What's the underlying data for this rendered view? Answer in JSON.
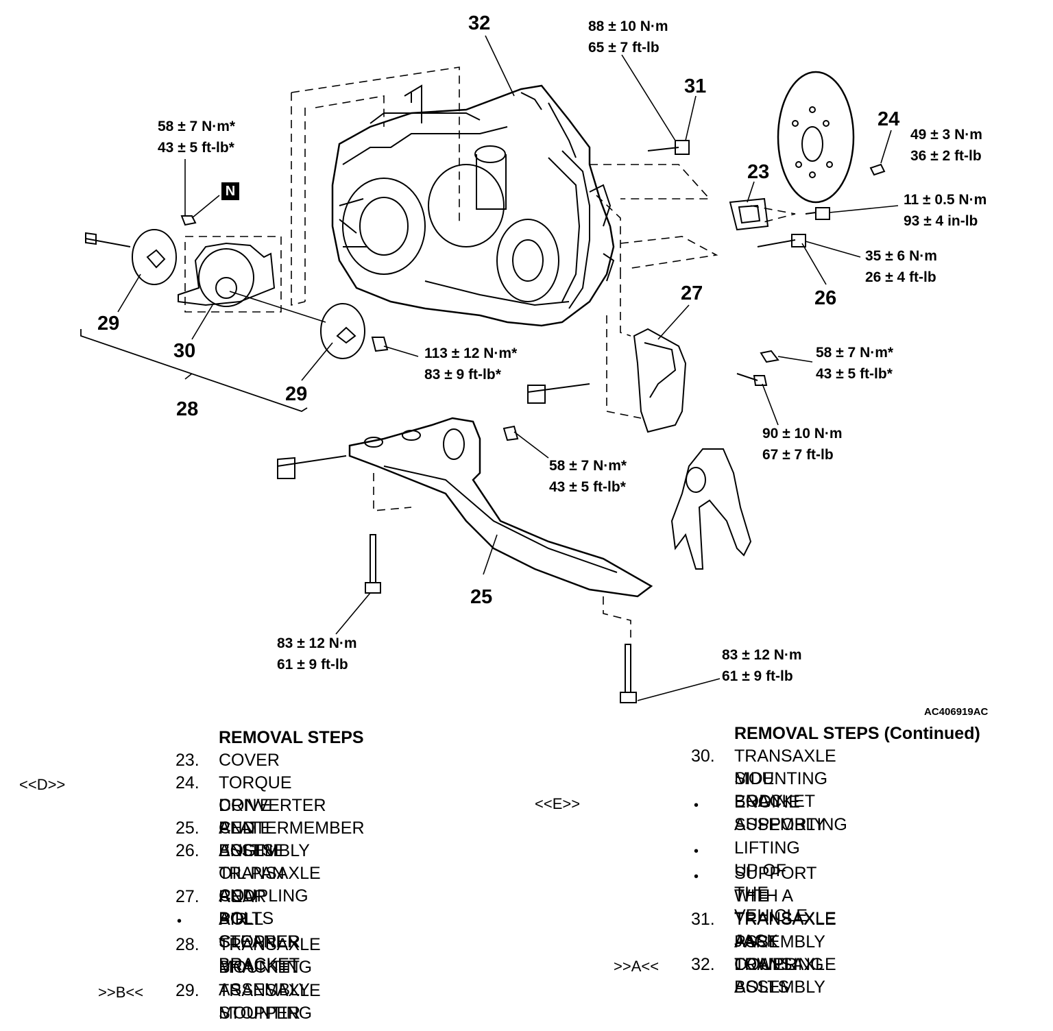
{
  "figure_id": "AC406919AC",
  "callouts": [
    {
      "id": "c32",
      "text": "32"
    },
    {
      "id": "c31",
      "text": "31"
    },
    {
      "id": "c24",
      "text": "24"
    },
    {
      "id": "c23",
      "text": "23"
    },
    {
      "id": "c26",
      "text": "26"
    },
    {
      "id": "c27",
      "text": "27"
    },
    {
      "id": "c29a",
      "text": "29"
    },
    {
      "id": "c30",
      "text": "30"
    },
    {
      "id": "c28",
      "text": "28"
    },
    {
      "id": "c29b",
      "text": "29"
    },
    {
      "id": "c25",
      "text": "25"
    }
  ],
  "badge": "N",
  "torques": {
    "t31": [
      "88 ± 10 N·m",
      "65 ± 7 ft-lb"
    ],
    "tN": [
      "58 ± 7 N·m*",
      "43 ± 5 ft-lb*"
    ],
    "t24": [
      "49 ± 3 N·m",
      "36 ± 2 ft-lb"
    ],
    "t23": [
      "11 ± 0.5 N·m",
      "93 ± 4 in-lb"
    ],
    "t26": [
      "35 ± 6 N·m",
      "26 ± 4 ft-lb"
    ],
    "t113": [
      "113 ± 12 N·m*",
      "83 ± 9 ft-lb*"
    ],
    "t27a": [
      "58 ± 7 N·m*",
      "43 ± 5 ft-lb*"
    ],
    "t27b": [
      "90 ± 10 N·m",
      "67 ± 7 ft-lb"
    ],
    "t25": [
      "58 ± 7 N·m*",
      "43 ± 5 ft-lb*"
    ],
    "tL": [
      "83 ± 12 N·m",
      "61 ± 9 ft-lb"
    ],
    "tR": [
      "83 ± 12 N·m",
      "61 ± 9 ft-lb"
    ]
  },
  "removal_left": {
    "title": "REMOVAL STEPS",
    "items": [
      {
        "mark": "",
        "num": "23.",
        "lines": [
          "COVER"
        ]
      },
      {
        "mark": "<<D>>",
        "num": "24.",
        "lines": [
          "TORQUE CONVERTER AND",
          "DRIVE PLATE BOLTS"
        ]
      },
      {
        "mark": "",
        "num": "25.",
        "lines": [
          "CENTERMEMBER ASSEMBLY"
        ]
      },
      {
        "mark": "",
        "num": "26.",
        "lines": [
          "ENGINE OIL PAN AND",
          "TRANSAXLE  COUPLING BOLTS"
        ]
      },
      {
        "mark": "",
        "num": "27.",
        "lines": [
          "REAR ROLL STOPPER BRACKET"
        ]
      },
      {
        "mark": "",
        "num": "•",
        "lines": [
          "AIR CLEANER BRACKET"
        ]
      },
      {
        "mark": "",
        "num": "28.",
        "lines": [
          "TRANSAXLE MOUNTING",
          "BRACKET ASSEMBLY"
        ]
      },
      {
        "mark": ">>B<<",
        "num": "29.",
        "lines": [
          "TRANSAXLE MOUNTING",
          "STOPPER"
        ]
      }
    ]
  },
  "removal_right": {
    "title": "REMOVAL STEPS (Continued)",
    "items": [
      {
        "mark": "",
        "num": "30.",
        "lines": [
          "TRANSAXLE MOUNTING BODY",
          "SIDE BRACKET"
        ]
      },
      {
        "mark": "<<E>>",
        "num": "•",
        "lines": [
          "ENGINE ASSEMBLY",
          "SUPPORTING"
        ]
      },
      {
        "mark": "",
        "num": "•",
        "lines": [
          "LIFTING UP OF THE VEHICLE"
        ]
      },
      {
        "mark": "",
        "num": "•",
        "lines": [
          "SUPPORT THE TRANSAXLE",
          "WITH A TRANSAXLE JACK"
        ]
      },
      {
        "mark": "",
        "num": "31.",
        "lines": [
          "TRANSAXLE ASSEMBLY LOWER",
          "PART COUPLING BOLTS"
        ]
      },
      {
        "mark": ">>A<<",
        "num": "32.",
        "lines": [
          "TRANSAXLE ASSEMBLY"
        ]
      }
    ]
  }
}
